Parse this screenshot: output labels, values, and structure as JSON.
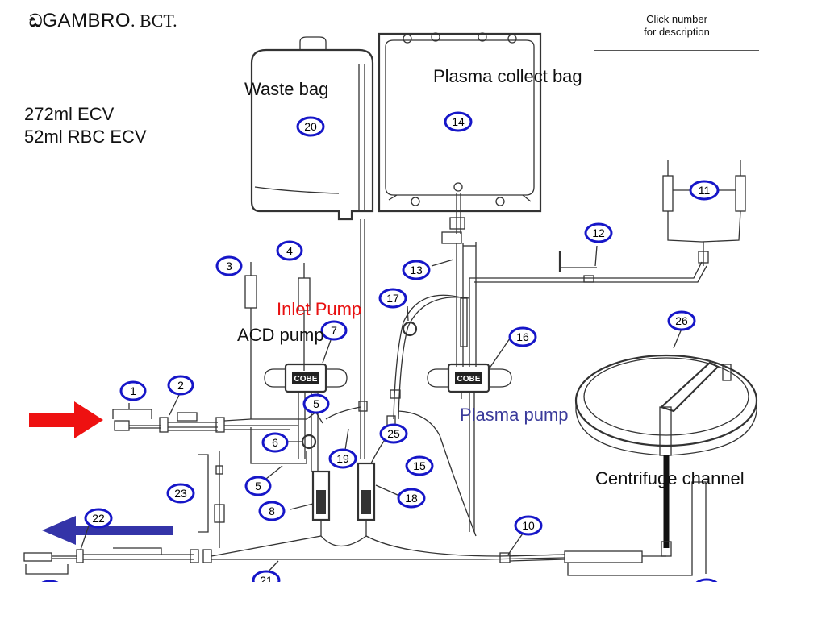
{
  "brand": {
    "name": "GAMBRO",
    "suffix": ". BCT."
  },
  "hint": {
    "line1": "Click number",
    "line2": "for description"
  },
  "ecv": {
    "line1": "272ml ECV",
    "line2": "52ml RBC ECV"
  },
  "labels": {
    "waste_bag": "Waste bag",
    "plasma_collect_bag": "Plasma collect bag",
    "inlet_pump": "Inlet Pump",
    "acd_pump": "ACD pump",
    "plasma_pump": "Plasma pump",
    "centrifuge_channel": "Centrifuge channel",
    "cassette_brand": "COBE"
  },
  "colors": {
    "inlet_pump": "#e81010",
    "plasma_pump": "#3a3a9a",
    "callout_ring": "#1616c8",
    "arrow_in": "#ee1111",
    "arrow_out": "#3434a8"
  },
  "callouts": [
    "1",
    "2",
    "3",
    "4",
    "5",
    "5",
    "6",
    "7",
    "8",
    "10",
    "11",
    "12",
    "13",
    "14",
    "15",
    "16",
    "17",
    "18",
    "19",
    "20",
    "21",
    "22",
    "23",
    "25",
    "26"
  ]
}
